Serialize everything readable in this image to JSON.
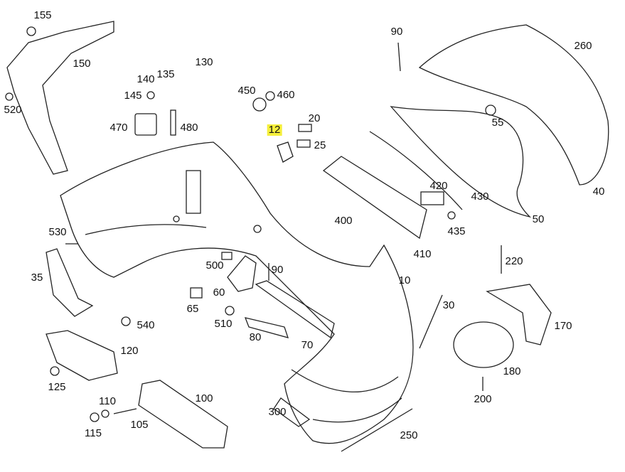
{
  "diagram": {
    "highlight_color": "#f5ef3b",
    "highlighted_part": "12",
    "part_labels": [
      "155",
      "150",
      "520",
      "140",
      "135",
      "130",
      "145",
      "470",
      "480",
      "450",
      "460",
      "12",
      "20",
      "25",
      "90",
      "260",
      "55",
      "40",
      "50",
      "430",
      "420",
      "435",
      "410",
      "400",
      "530",
      "35",
      "500",
      "90",
      "60",
      "65",
      "510",
      "540",
      "80",
      "70",
      "10",
      "30",
      "220",
      "170",
      "180",
      "200",
      "120",
      "125",
      "100",
      "110",
      "115",
      "105",
      "300",
      "250"
    ]
  }
}
